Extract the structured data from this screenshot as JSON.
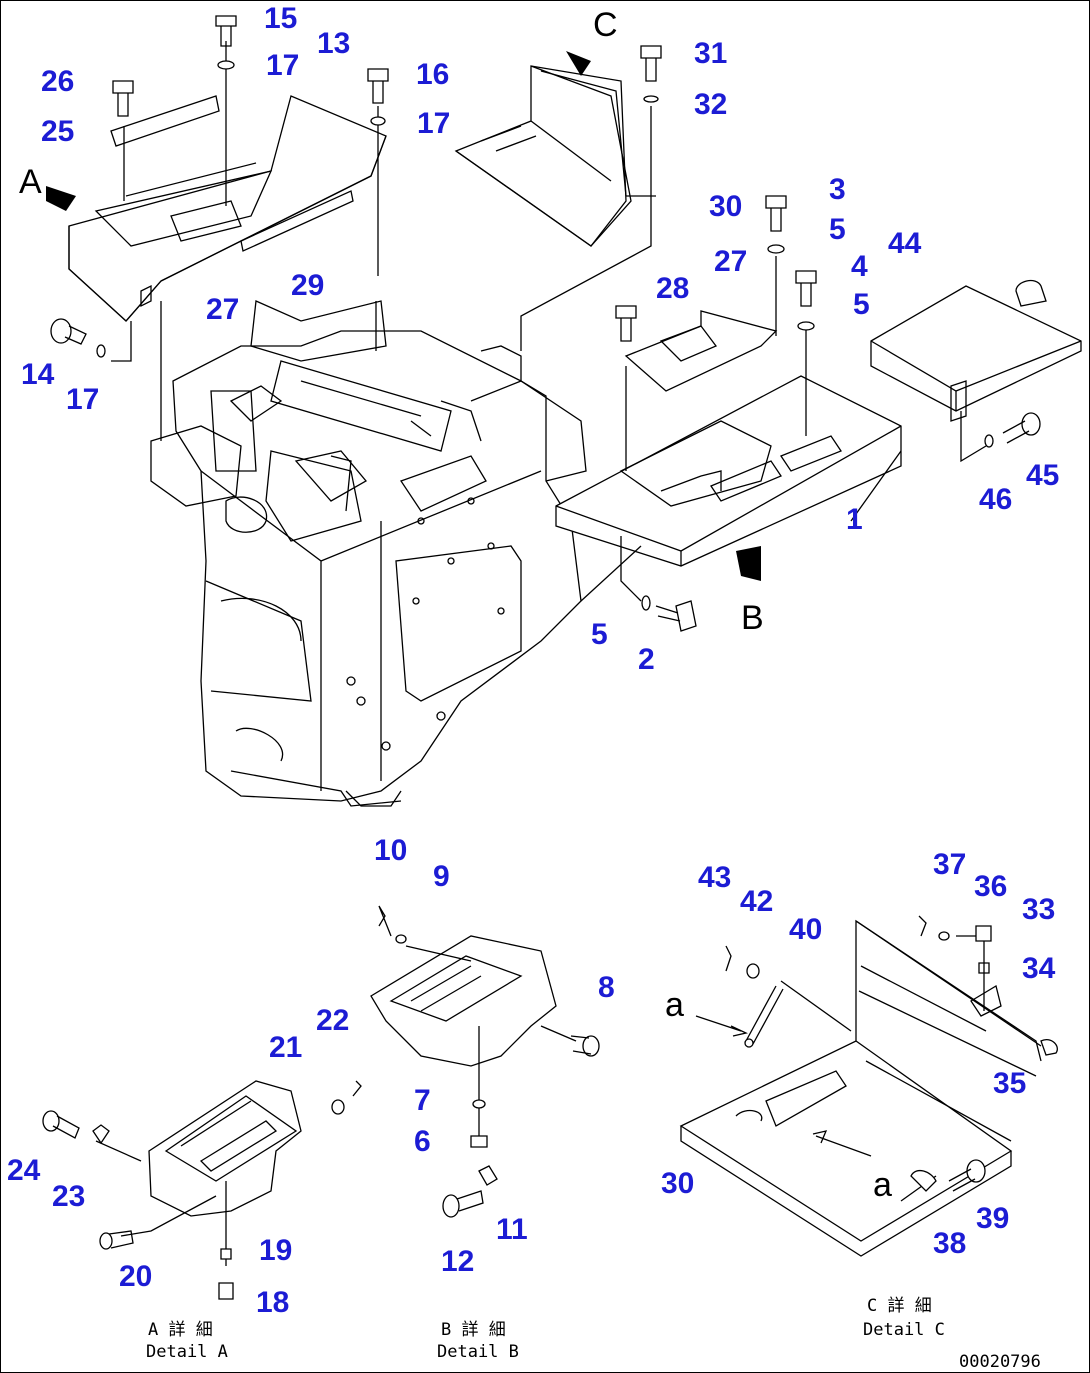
{
  "callouts": [
    {
      "id": "1",
      "label": "1"
    },
    {
      "id": "2",
      "label": "2"
    },
    {
      "id": "3",
      "label": "3"
    },
    {
      "id": "4",
      "label": "4"
    },
    {
      "id": "5a",
      "label": "5"
    },
    {
      "id": "5b",
      "label": "5"
    },
    {
      "id": "5c",
      "label": "5"
    },
    {
      "id": "6",
      "label": "6"
    },
    {
      "id": "7",
      "label": "7"
    },
    {
      "id": "8",
      "label": "8"
    },
    {
      "id": "9",
      "label": "9"
    },
    {
      "id": "10",
      "label": "10"
    },
    {
      "id": "11",
      "label": "11"
    },
    {
      "id": "12",
      "label": "12"
    },
    {
      "id": "13",
      "label": "13"
    },
    {
      "id": "14",
      "label": "14"
    },
    {
      "id": "15",
      "label": "15"
    },
    {
      "id": "16",
      "label": "16"
    },
    {
      "id": "17a",
      "label": "17"
    },
    {
      "id": "17b",
      "label": "17"
    },
    {
      "id": "17c",
      "label": "17"
    },
    {
      "id": "18",
      "label": "18"
    },
    {
      "id": "19",
      "label": "19"
    },
    {
      "id": "20",
      "label": "20"
    },
    {
      "id": "21",
      "label": "21"
    },
    {
      "id": "22",
      "label": "22"
    },
    {
      "id": "23",
      "label": "23"
    },
    {
      "id": "24",
      "label": "24"
    },
    {
      "id": "25",
      "label": "25"
    },
    {
      "id": "26",
      "label": "26"
    },
    {
      "id": "27a",
      "label": "27"
    },
    {
      "id": "27b",
      "label": "27"
    },
    {
      "id": "28",
      "label": "28"
    },
    {
      "id": "29",
      "label": "29"
    },
    {
      "id": "30a",
      "label": "30"
    },
    {
      "id": "30b",
      "label": "30"
    },
    {
      "id": "31",
      "label": "31"
    },
    {
      "id": "32",
      "label": "32"
    },
    {
      "id": "33",
      "label": "33"
    },
    {
      "id": "34",
      "label": "34"
    },
    {
      "id": "35",
      "label": "35"
    },
    {
      "id": "36",
      "label": "36"
    },
    {
      "id": "37",
      "label": "37"
    },
    {
      "id": "38",
      "label": "38"
    },
    {
      "id": "39",
      "label": "39"
    },
    {
      "id": "40",
      "label": "40"
    },
    {
      "id": "42",
      "label": "42"
    },
    {
      "id": "43",
      "label": "43"
    },
    {
      "id": "44",
      "label": "44"
    },
    {
      "id": "45",
      "label": "45"
    },
    {
      "id": "46",
      "label": "46"
    }
  ],
  "view_labels": {
    "A": "A",
    "B": "B",
    "C": "C",
    "a1": "a",
    "a2": "a"
  },
  "captions": {
    "detail_a_jp": "A 詳 細",
    "detail_a": "Detail A",
    "detail_b_jp": "B 詳 細",
    "detail_b": "Detail B",
    "detail_c_jp": "C 詳 細",
    "detail_c": "Detail C"
  },
  "drawing_number": "00020796",
  "colors": {
    "callout": "#1c1cd4",
    "line": "#000000",
    "background": "#ffffff"
  }
}
